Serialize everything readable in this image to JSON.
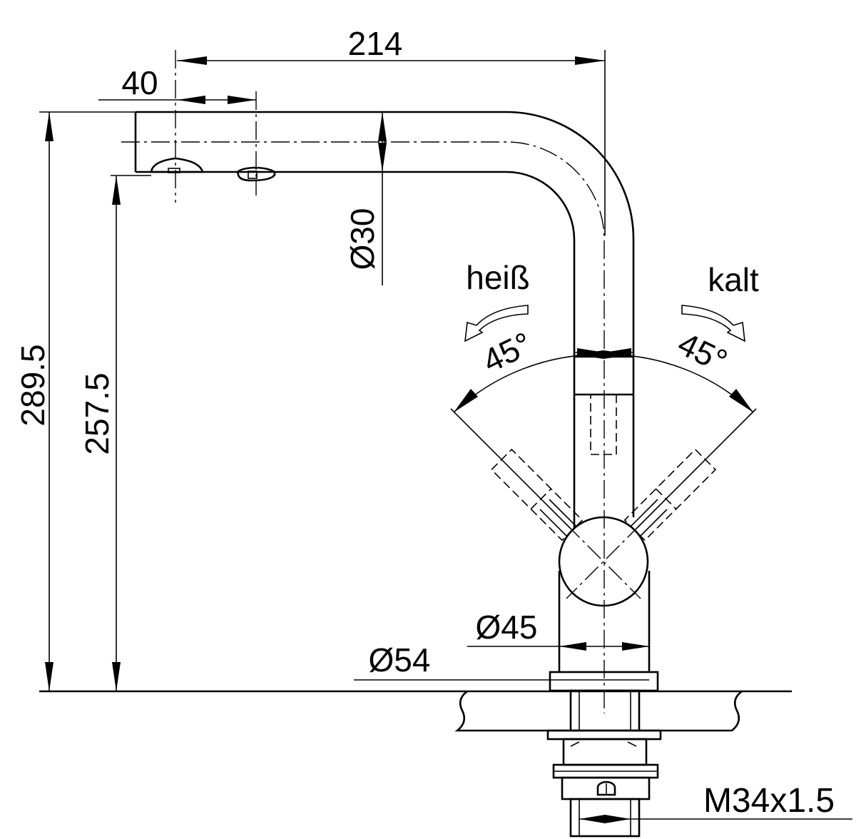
{
  "dimensions": {
    "width_total": "214",
    "offset": "40",
    "spout_diameter": "Ø30",
    "height_total": "289.5",
    "spout_height": "257.5",
    "body_diameter": "Ø45",
    "base_diameter": "Ø54",
    "thread": "M34x1.5"
  },
  "labels": {
    "hot": "heiß",
    "cold": "kalt",
    "angle_hot": "45°",
    "angle_cold": "45°"
  }
}
